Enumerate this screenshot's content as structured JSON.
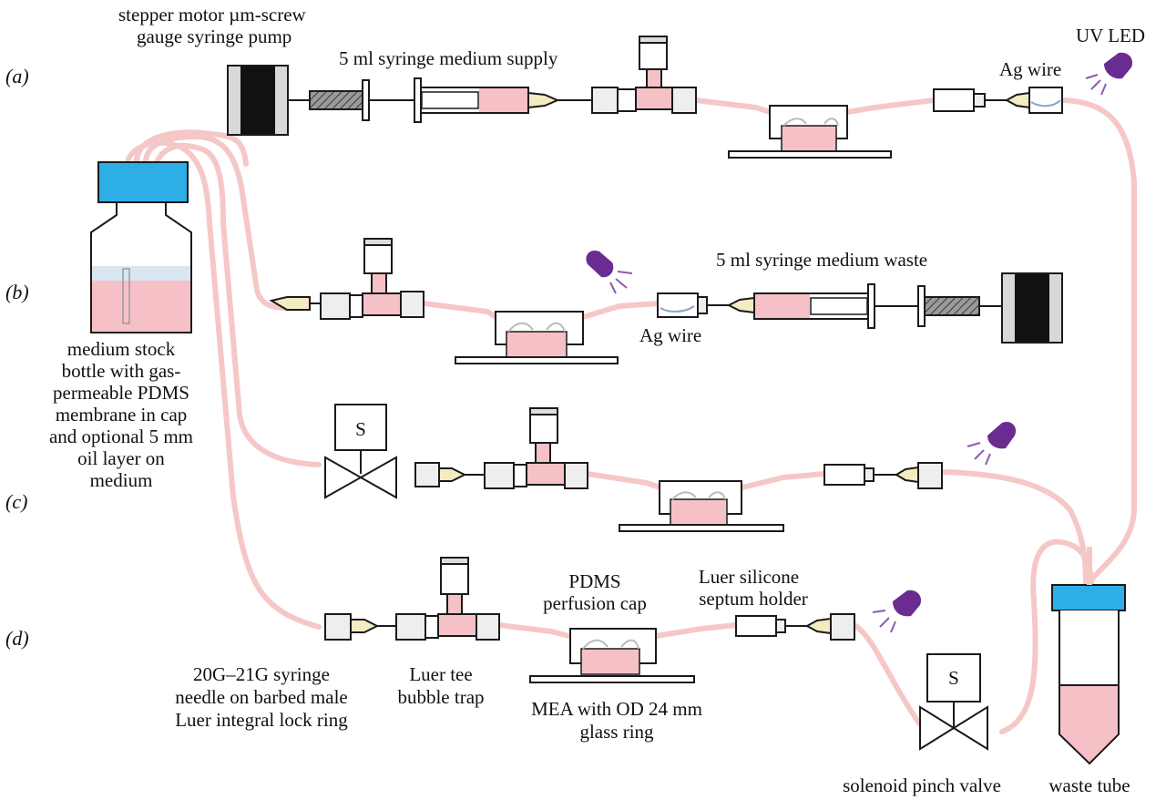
{
  "rows": {
    "a": "(a)",
    "b": "(b)",
    "c": "(c)",
    "d": "(d)"
  },
  "labels": {
    "pump_1": "stepper motor µm-screw",
    "pump_2": "gauge syringe pump",
    "supply": "5 ml syringe medium supply",
    "uv_led": "UV LED",
    "ag_wire_a": "Ag wire",
    "waste_syringe": "5 ml syringe medium waste",
    "ag_wire_b": "Ag wire",
    "bottle_1": "medium stock",
    "bottle_2": "bottle with gas-",
    "bottle_3": "permeable PDMS",
    "bottle_4": "membrane in cap",
    "bottle_5": "and optional 5 mm",
    "bottle_6": "oil layer on",
    "bottle_7": "medium",
    "valve_letter_c": "S",
    "valve_letter_d": "S",
    "pdms_1": "PDMS",
    "pdms_2": "perfusion cap",
    "septum_1": "Luer silicone",
    "septum_2": "septum holder",
    "needle_1": "20G–21G syringe",
    "needle_2": "needle on barbed male",
    "needle_3": "Luer integral lock ring",
    "tee_1": "Luer tee",
    "tee_2": "bubble trap",
    "mea_1": "MEA with OD 24 mm",
    "mea_2": "glass ring",
    "pinch_valve": "solenoid pinch valve",
    "waste_tube": "waste tube"
  },
  "colors": {
    "tubing": "#f6c7c7",
    "medium": "#f5c1c7",
    "cap": "#2eaee6",
    "led": "#6b2c91",
    "needle_hub": "#f5ebc0",
    "motor": "#111111"
  }
}
